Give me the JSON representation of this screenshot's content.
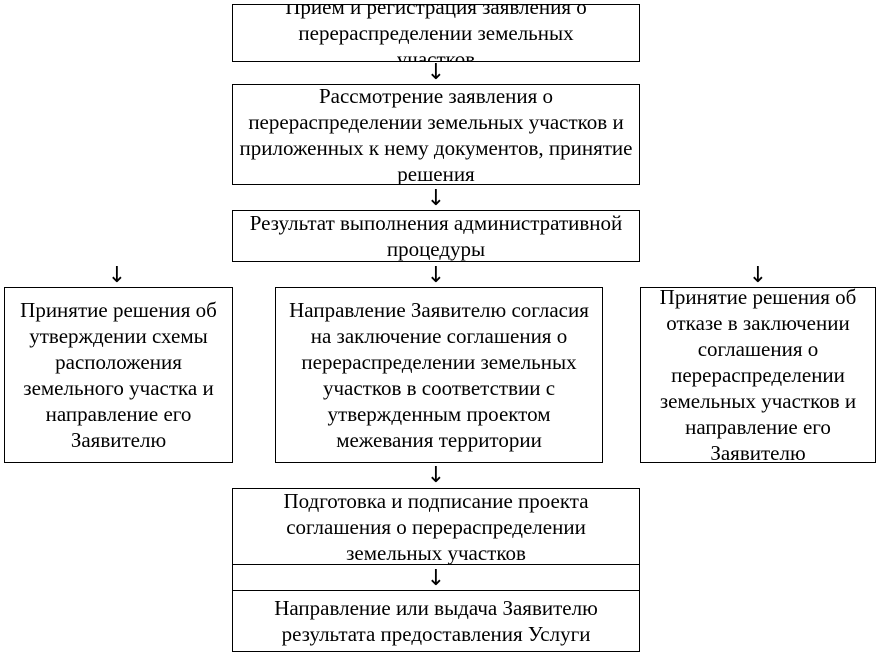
{
  "diagram": {
    "arrow_glyph": "↓",
    "nodes": {
      "step1": "Прием и регистрация заявления о перераспределении земельных участков",
      "step2": "Рассмотрение заявления о перераспределении земельных участков и приложенных к нему документов, принятие решения",
      "step3": "Результат выполнения административной процедуры",
      "option_left": "Принятие решения об утверждении схемы расположения земельного участка и направление его Заявителю",
      "option_center": "Направление Заявителю согласия на заключение соглашения о перераспределении земельных участков в соответствии с утвержденным проектом межевания территории",
      "option_right": "Принятие решения об отказе в заключении соглашения о перераспределении земельных участков и направление его Заявителю",
      "step5": "Подготовка и подписание проекта соглашения о перераспределении земельных участков",
      "step6": "Направление или выдача Заявителю результата предоставления Услуги"
    }
  }
}
